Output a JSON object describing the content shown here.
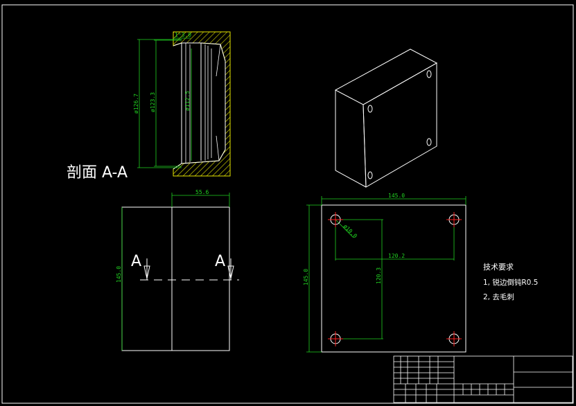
{
  "section_title": "剖面 A-A",
  "section_marks": {
    "left": "A",
    "right": "A"
  },
  "dimensions": {
    "section_top": "1ⁿ3.0",
    "dia_outer": "ø126.7",
    "dia_mid": "ø123.3",
    "dia_inner": "ø112.5",
    "front_width": "55.6",
    "front_height": "145.0",
    "plan_width": "145.0",
    "plan_height": "145.0",
    "hole_dia": "ø10.0",
    "hole_span_x": "120.2",
    "hole_span_y": "120.3"
  },
  "tech_requirements": {
    "title": "技术要求",
    "items": [
      "1, 锐边倒钝R0.5",
      "2, 去毛刺"
    ]
  },
  "colors": {
    "outline": "#ffffff",
    "dimension": "#21d321",
    "centerline": "#ff2020",
    "hatch": "#e6e600",
    "title_block": "#ffffff"
  }
}
